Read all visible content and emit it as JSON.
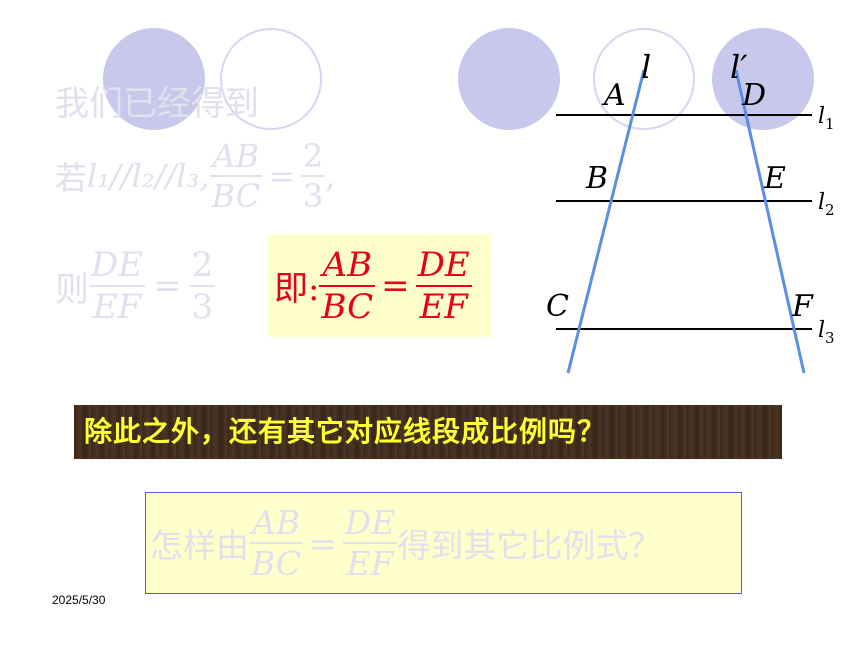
{
  "intro": {
    "text": "我们已经得到"
  },
  "condition": {
    "prefix": "若",
    "parallel": "l₁//l₂//l₃,",
    "num": "AB",
    "den": "BC",
    "eq": "=",
    "rhs_num": "2",
    "rhs_den": "3",
    "suffix": ","
  },
  "conclusion": {
    "prefix": "则",
    "num": "DE",
    "den": "EF",
    "eq": "=",
    "rhs_num": "2",
    "rhs_den": "3"
  },
  "result": {
    "prefix": "即:",
    "left_num": "AB",
    "left_den": "BC",
    "eq": "=",
    "right_num": "DE",
    "right_den": "EF"
  },
  "banner": {
    "text": "除此之外，还有其它对应线段成比例吗？"
  },
  "question": {
    "prefix": "怎样由",
    "left_num": "AB",
    "left_den": "BC",
    "eq": "=",
    "right_num": "DE",
    "right_den": "EF",
    "suffix": "得到其它比例式？"
  },
  "date": {
    "text": "2025/5/30"
  },
  "figure": {
    "line_labels": {
      "l": "l",
      "l_prime": "l′"
    },
    "points": {
      "A": "A",
      "B": "B",
      "C": "C",
      "D": "D",
      "E": "E",
      "F": "F"
    },
    "parallel_labels": {
      "l1": "l",
      "l1_sub": "1",
      "l2": "l",
      "l2_sub": "2",
      "l3": "l",
      "l3_sub": "3"
    }
  },
  "colors": {
    "circle": "#c8c8ec",
    "transversal": "#5b8fe6",
    "banner_text": "#ffff33",
    "red": "#e8001a",
    "box": "#ffffcc"
  }
}
